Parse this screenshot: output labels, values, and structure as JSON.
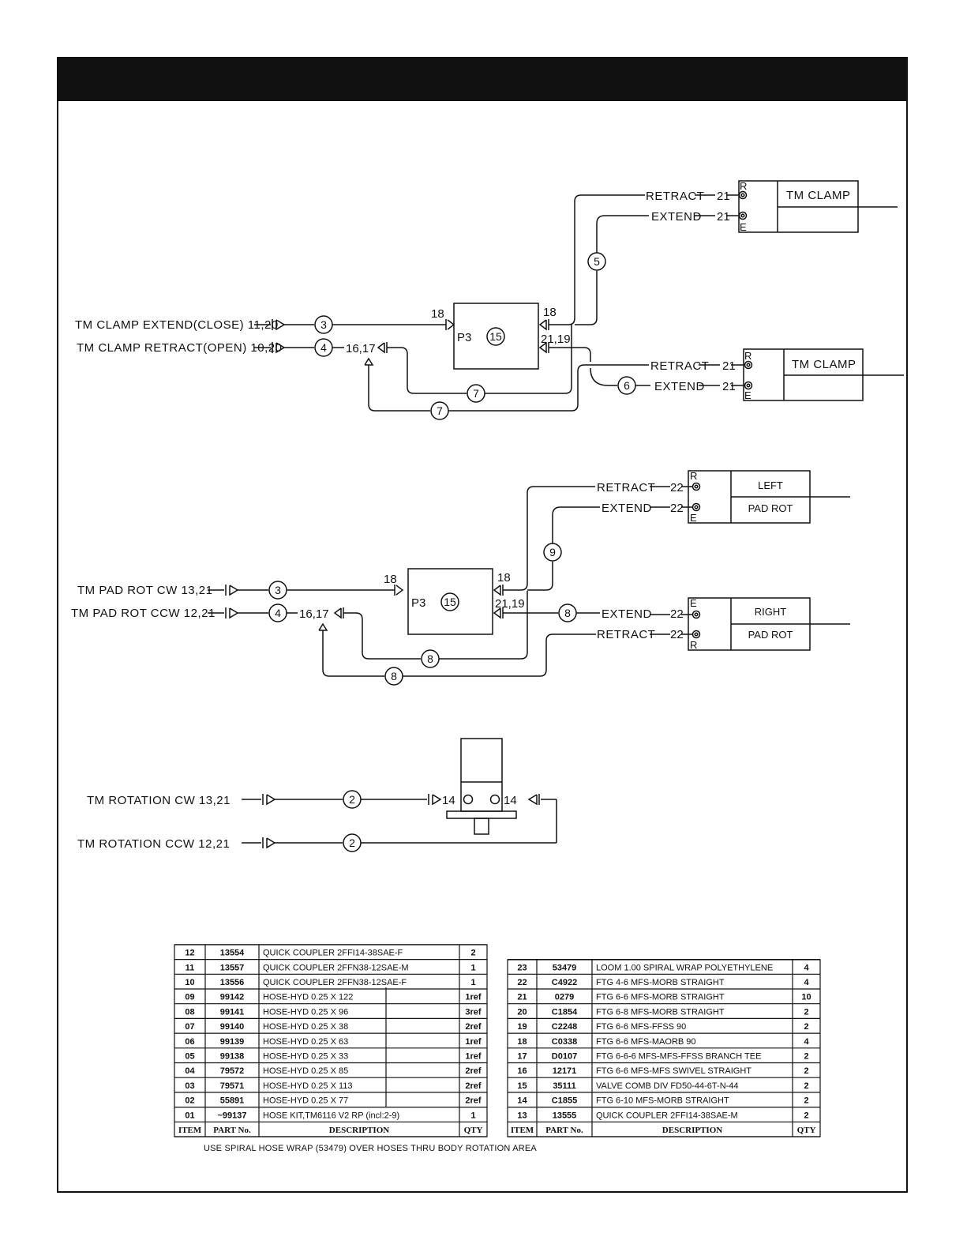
{
  "diagram1": {
    "in_close_label": "TM CLAMP EXTEND(CLOSE) 11,20",
    "in_open_label": "TM CLAMP RETRACT(OPEN) 10,20",
    "hose3": "3",
    "hose4": "4",
    "tee_label": "16,17",
    "valve_p3": "P3",
    "valve_item": "15",
    "port_in": "18",
    "port_out1": "18",
    "port_out2": "21,19",
    "hose5": "5",
    "hose6": "6",
    "hose7a": "7",
    "hose7b": "7",
    "cyl1_retract": "RETRACT",
    "cyl1_extend": "EXTEND",
    "cyl1_fit_r": "21",
    "cyl1_fit_e": "21",
    "cyl1_r": "R",
    "cyl1_e": "E",
    "cyl1_name": "TM CLAMP",
    "cyl2_retract": "RETRACT",
    "cyl2_extend": "EXTEND",
    "cyl2_fit_r": "21",
    "cyl2_fit_e": "21",
    "cyl2_r": "R",
    "cyl2_e": "E",
    "cyl2_name": "TM CLAMP"
  },
  "diagram2": {
    "in_cw_label": "TM PAD ROT CW 13,21",
    "in_ccw_label": "TM PAD ROT CCW 12,21",
    "hose3": "3",
    "hose4": "4",
    "tee_label": "16,17",
    "valve_p3": "P3",
    "valve_item": "15",
    "port_in": "18",
    "port_out1": "18",
    "port_out2": "21,19",
    "hose9": "9",
    "hose8a": "8",
    "hose8b": "8",
    "hose8c": "8",
    "left_retract": "RETRACT",
    "left_extend": "EXTEND",
    "left_fit_r": "22",
    "left_fit_e": "22",
    "left_r": "R",
    "left_e": "E",
    "left_name1": "LEFT",
    "left_name2": "PAD ROT",
    "right_extend": "EXTEND",
    "right_retract": "RETRACT",
    "right_fit_e": "22",
    "right_fit_r": "22",
    "right_e": "E",
    "right_r": "R",
    "right_name1": "RIGHT",
    "right_name2": "PAD ROT"
  },
  "diagram3": {
    "in_cw_label": "TM ROTATION CW 13,21",
    "in_ccw_label": "TM ROTATION CCW 12,21",
    "hose2a": "2",
    "hose2b": "2",
    "port_left": "14",
    "port_right": "14"
  },
  "bom_left": {
    "headers": [
      "ITEM",
      "PART No.",
      "DESCRIPTION",
      "QTY"
    ],
    "rows": [
      [
        "12",
        "13554",
        "QUICK COUPLER 2FFI14-38SAE-F",
        "2"
      ],
      [
        "11",
        "13557",
        "QUICK COUPLER 2FFN38-12SAE-M",
        "1"
      ],
      [
        "10",
        "13556",
        "QUICK COUPLER 2FFN38-12SAE-F",
        "1"
      ],
      [
        "09",
        "99142",
        "HOSE-HYD 0.25 X 122",
        "1ref"
      ],
      [
        "08",
        "99141",
        "HOSE-HYD 0.25 X 96",
        "3ref"
      ],
      [
        "07",
        "99140",
        "HOSE-HYD 0.25 X 38",
        "2ref"
      ],
      [
        "06",
        "99139",
        "HOSE-HYD 0.25 X 63",
        "1ref"
      ],
      [
        "05",
        "99138",
        "HOSE-HYD 0.25 X 33",
        "1ref"
      ],
      [
        "04",
        "79572",
        "HOSE-HYD 0.25 X 85",
        "2ref"
      ],
      [
        "03",
        "79571",
        "HOSE-HYD 0.25 X 113",
        "2ref"
      ],
      [
        "02",
        "55891",
        "HOSE-HYD 0.25 X 77",
        "2ref"
      ],
      [
        "01",
        "~99137",
        "HOSE KIT,TM6116 V2 RP (incl:2-9)",
        "1"
      ]
    ]
  },
  "bom_right": {
    "headers": [
      "ITEM",
      "PART No.",
      "DESCRIPTION",
      "QTY"
    ],
    "rows": [
      [
        "23",
        "53479",
        "LOOM 1.00 SPIRAL WRAP POLYETHYLENE",
        "4"
      ],
      [
        "22",
        "C4922",
        "FTG 4-6 MFS-MORB STRAIGHT",
        "4"
      ],
      [
        "21",
        "0279",
        "FTG 6-6 MFS-MORB STRAIGHT",
        "10"
      ],
      [
        "20",
        "C1854",
        "FTG 6-8 MFS-MORB STRAIGHT",
        "2"
      ],
      [
        "19",
        "C2248",
        "FTG 6-6 MFS-FFSS 90",
        "2"
      ],
      [
        "18",
        "C0338",
        "FTG 6-6 MFS-MAORB 90",
        "4"
      ],
      [
        "17",
        "D0107",
        "FTG 6-6-6 MFS-MFS-FFSS BRANCH TEE",
        "2"
      ],
      [
        "16",
        "12171",
        "FTG 6-6 MFS-MFS SWIVEL STRAIGHT",
        "2"
      ],
      [
        "15",
        "35111",
        "VALVE COMB DIV FD50-44-6T-N-44",
        "2"
      ],
      [
        "14",
        "C1855",
        "FTG 6-10 MFS-MORB STRAIGHT",
        "2"
      ],
      [
        "13",
        "13555",
        "QUICK COUPLER 2FFI14-38SAE-M",
        "2"
      ]
    ]
  },
  "footnote": "USE SPIRAL HOSE WRAP (53479) OVER HOSES THRU BODY ROTATION AREA"
}
